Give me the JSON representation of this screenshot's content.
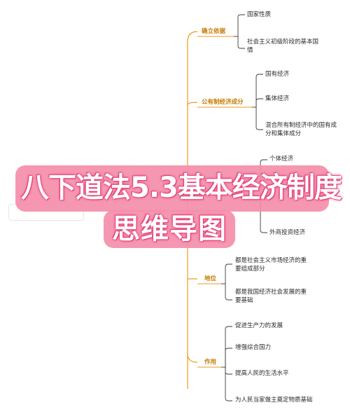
{
  "colors": {
    "branch_line": "#ef9a1f",
    "category_text": "#c47a00",
    "leaf_line": "#3a3a3a",
    "banner_bg": "#f58caa",
    "banner_text": "#ffffff"
  },
  "banner": {
    "line1": "八下道法5.3基本经济制度",
    "line2": "思维导图"
  },
  "mindmap": {
    "categories": [
      {
        "label": "确立依据",
        "items": [
          "国家性质",
          "社会主义初级阶段的基本国",
          "情"
        ]
      },
      {
        "label": "公有制经济成分",
        "items": [
          "国有经济",
          "集体经济",
          "混合所有制经济中的国有成",
          "分和集体成分"
        ]
      },
      {
        "label": "",
        "items": [
          "个体经济",
          "外商投资经济"
        ]
      },
      {
        "label": "地位",
        "items": [
          "都是社会主义市场经济的重",
          "要组成部分",
          "都是我国经济社会发展的重",
          "要基础"
        ]
      },
      {
        "label": "作用",
        "items": [
          "促进生产力的发展",
          "增强综合国力",
          "提高人民的生活水平",
          "为人民当家做主奠定物质基础"
        ]
      }
    ]
  }
}
